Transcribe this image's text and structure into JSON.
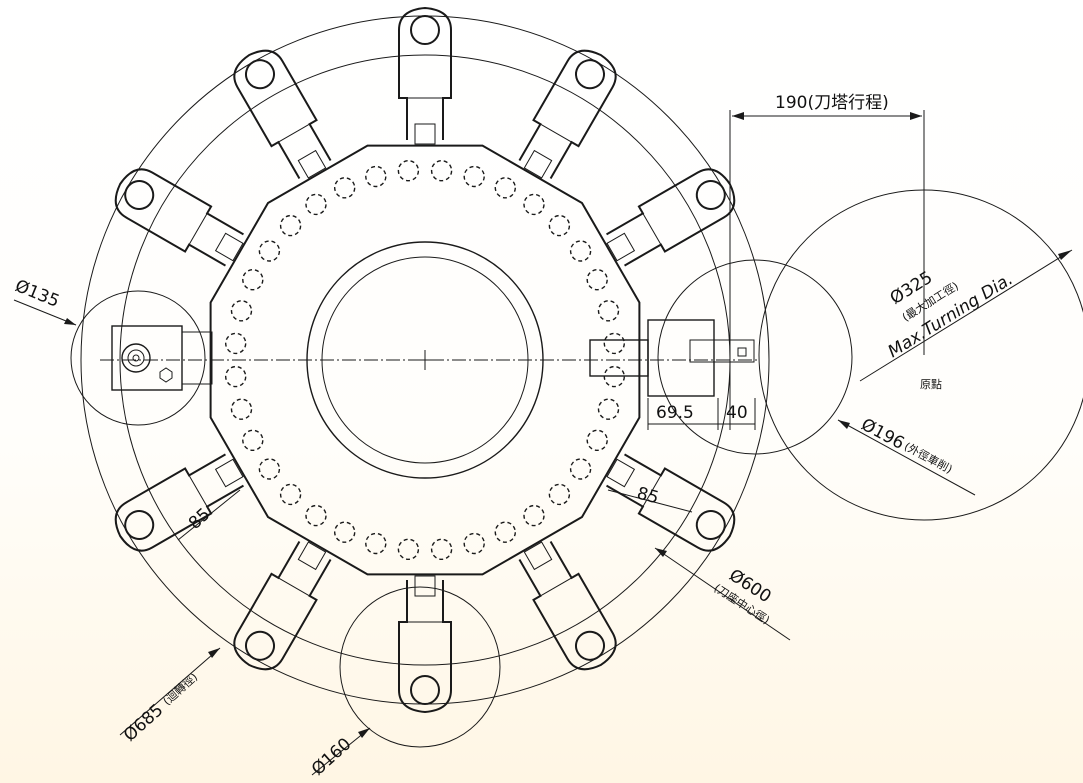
{
  "labels": {
    "dia_135": "Ø135",
    "dia_160": "Ø160",
    "dia_685": "Ø685",
    "dia_685_note": "(迴轉徑)",
    "dia_600": "Ø600",
    "dia_600_note": "(刀座中心徑)",
    "dia_196": "Ø196",
    "dia_196_note": "(外徑車削)",
    "dia_325": "Ø325",
    "dia_325_note": "(最大加工徑)",
    "max_turning": "Max.Turning Dia.",
    "origin": "原點",
    "travel": "190(刀塔行程)",
    "dim_69_5": "69.5",
    "dim_40": "40",
    "dim_85_right": "85",
    "dim_85_left": "85"
  },
  "colors": {
    "line": "#1a1a1a",
    "background_top": "#ffffff",
    "background_bottom": "#fff6e4"
  }
}
